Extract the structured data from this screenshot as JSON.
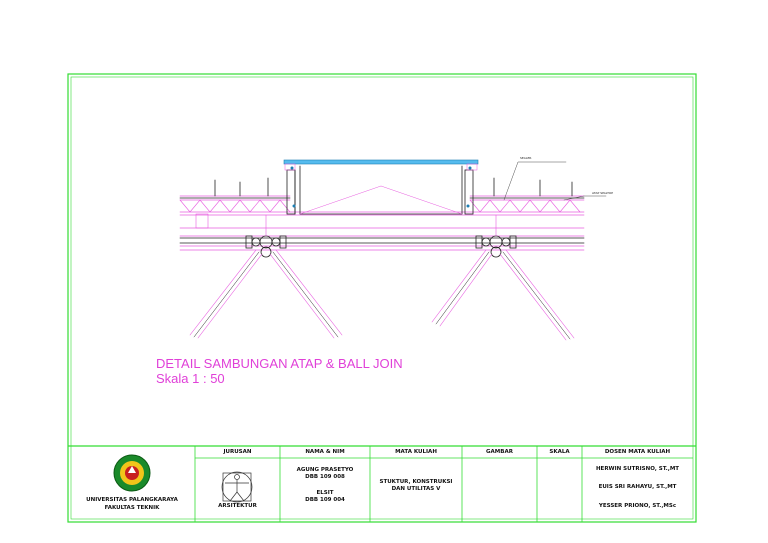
{
  "drawing": {
    "title": "DETAIL SAMBUNGAN ATAP & BALL JOIN",
    "scale": "Skala 1 : 50",
    "callouts": [
      "SEALER",
      "ATAP SPALTOP"
    ]
  },
  "title_block": {
    "institution": "UNIVERSITAS PALANGKARAYA",
    "faculty": "FAKULTAS TEKNIK",
    "headers": {
      "jurusan": "JURUSAN",
      "nama_nim": "NAMA & NIM",
      "mata_kuliah": "MATA KULIAH",
      "gambar": "GAMBAR",
      "skala": "SKALA",
      "dosen": "DOSEN MATA KULIAH"
    },
    "jurusan_value": "ARSITEKTUR",
    "students": [
      {
        "name": "AGUNG PRASETYO",
        "nim": "DBB 109 008"
      },
      {
        "name": "ELSIT",
        "nim": "DBB 109 004"
      }
    ],
    "mata_kuliah_value": [
      "STUKTUR, KONSTRUKSI",
      "DAN UTILITAS V"
    ],
    "gambar_value": "",
    "skala_value": "",
    "dosen": [
      "HERWIN SUTRISNO, ST.,MT",
      "EUIS SRI RAHAYU, ST.,MT",
      "YESSER PRIONO, ST.,MSc"
    ]
  },
  "colors": {
    "frame": "#33dd33",
    "title_text": "#e040d8",
    "glass": "#55bbee",
    "linework": "#e85ce0",
    "dark_line": "#222222"
  }
}
